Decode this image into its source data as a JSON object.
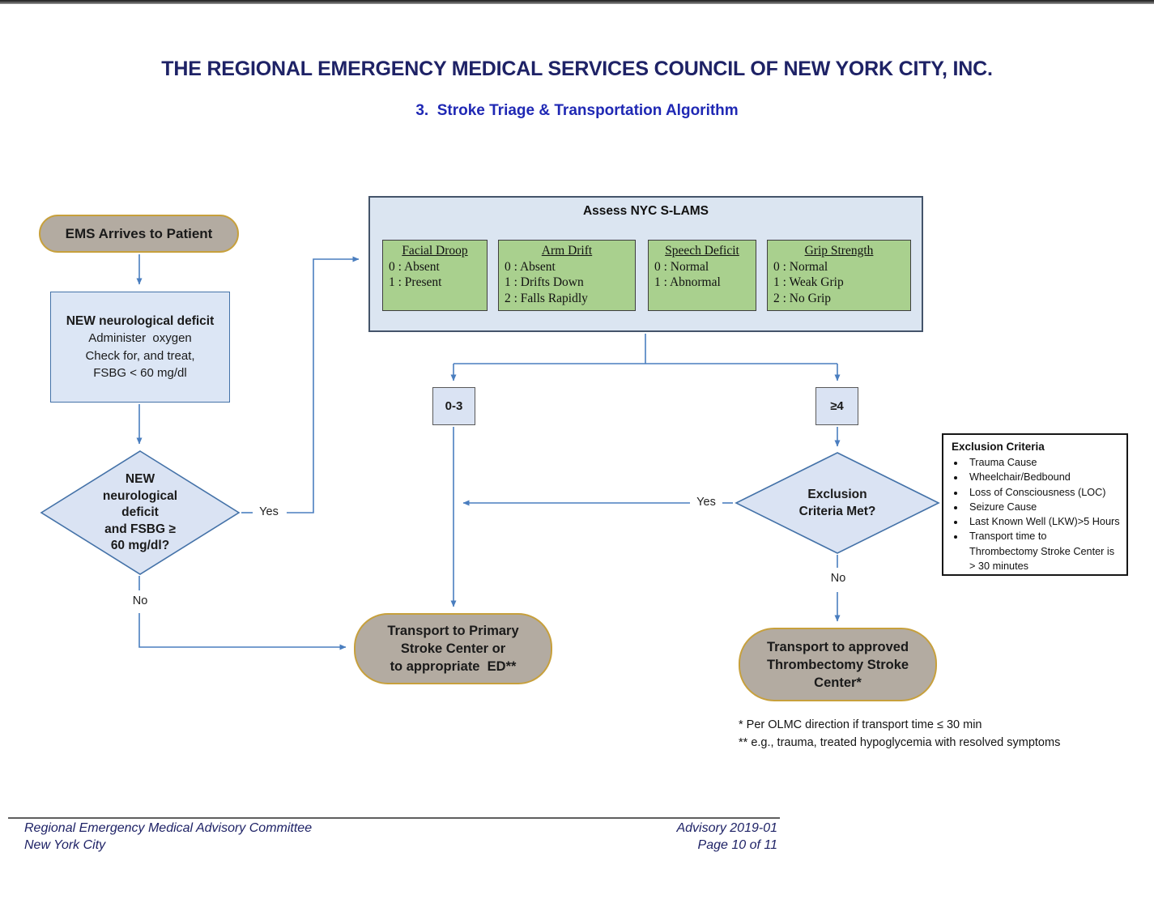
{
  "page": {
    "title": "THE REGIONAL EMERGENCY MEDICAL SERVICES COUNCIL OF NEW YORK CITY, INC.",
    "subtitle": "3.  Stroke Triage & Transportation Algorithm"
  },
  "flowchart": {
    "start_label": "EMS Arrives to Patient",
    "assessment_box": {
      "heading": "NEW neurological deficit",
      "body": "Administer  oxygen\nCheck for, and treat,\nFSBG < 60 mg/dl"
    },
    "decision_fsbg": "NEW\nneurological\ndeficit\nand FSBG ≥\n60 mg/dl?",
    "slams": {
      "title": "Assess NYC S-LAMS",
      "categories": [
        {
          "name": "Facial Droop",
          "scores": "0 : Absent\n1 : Present"
        },
        {
          "name": "Arm Drift",
          "scores": "0 : Absent\n1 : Drifts Down\n2 : Falls Rapidly"
        },
        {
          "name": "Speech Deficit",
          "scores": "0 : Normal\n1 : Abnormal"
        },
        {
          "name": "Grip Strength",
          "scores": "0 : Normal\n1 : Weak Grip\n2 : No Grip"
        }
      ]
    },
    "score_low": "0-3",
    "score_high": "≥4",
    "decision_exclusion": "Exclusion\nCriteria Met?",
    "exclusion": {
      "title": "Exclusion Criteria",
      "items": [
        "Trauma Cause",
        "Wheelchair/Bedbound",
        "Loss of Consciousness (LOC)",
        "Seizure Cause",
        "Last Known Well (LKW)>5 Hours",
        "Transport time to\nThrombectomy Stroke Center is\n> 30 minutes"
      ]
    },
    "primary_transport": "Transport to Primary\nStroke Center or\nto appropriate  ED**",
    "thrombectomy_transport": "Transport to approved\nThrombectomy Stroke\nCenter*",
    "labels": {
      "yes_fsbg": "Yes",
      "no_fsbg": "No",
      "yes_exclusion": "Yes",
      "no_exclusion": "No"
    },
    "footnote1": "* Per OLMC direction if transport time ≤ 30 min",
    "footnote2": "** e.g., trauma, treated hypoglycemia with resolved symptoms"
  },
  "footer": {
    "org_line1": "Regional Emergency Medical Advisory Committee",
    "org_line2": "New York City",
    "advisory": "Advisory 2019-01",
    "page_number": "Page 10 of 11"
  },
  "colors": {
    "title_navy": "#1e2266",
    "subtitle_blue": "#1f28b4",
    "node_blue_fill": "#dae3f3",
    "node_blue_border": "#4472a8",
    "slams_container_fill": "#dbe5f1",
    "slams_container_border": "#44546a",
    "green_fill": "#a9d08e",
    "green_border": "#3f3f3f",
    "pill_gray_fill": "#b3aba1",
    "pill_gold_border": "#c7a03c",
    "connector_blue": "#4a7ebf"
  }
}
